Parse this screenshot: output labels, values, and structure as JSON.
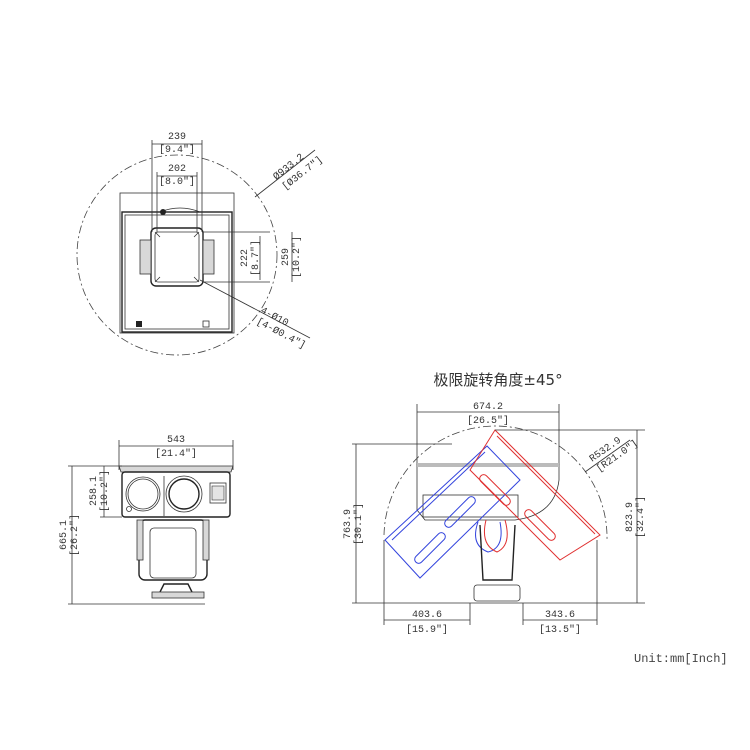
{
  "top_view": {
    "width_outer": "239",
    "width_outer_in": "[9.4\"]",
    "width_inner": "202",
    "width_inner_in": "[8.0\"]",
    "diameter": "Ø933.2",
    "diameter_in": "[Ø36.7\"]",
    "height_inner": "222",
    "height_inner_in": "[8.7\"]",
    "height_outer": "259",
    "height_outer_in": "[10.2\"]",
    "holes": "4-Ø10",
    "holes_in": "[4-Ø0.4\"]"
  },
  "front_view": {
    "width": "543",
    "width_in": "[21.4\"]",
    "head_height": "258.1",
    "head_height_in": "[10.2\"]",
    "total_height": "665.1",
    "total_height_in": "[26.2\"]"
  },
  "rotation_view": {
    "title": "极限旋转角度±45°",
    "width": "674.2",
    "width_in": "[26.5\"]",
    "radius": "R532.9",
    "radius_in": "[R21.0\"]",
    "left_height": "763.9",
    "left_height_in": "[30.1\"]",
    "right_height": "823.9",
    "right_height_in": "[32.4\"]",
    "left_offset": "403.6",
    "left_offset_in": "[15.9\"]",
    "right_offset": "343.6",
    "right_offset_in": "[13.5\"]",
    "colors": {
      "left_tilt": "#3344dd",
      "right_tilt": "#e03030"
    }
  },
  "unit_label": "Unit:mm[Inch]"
}
